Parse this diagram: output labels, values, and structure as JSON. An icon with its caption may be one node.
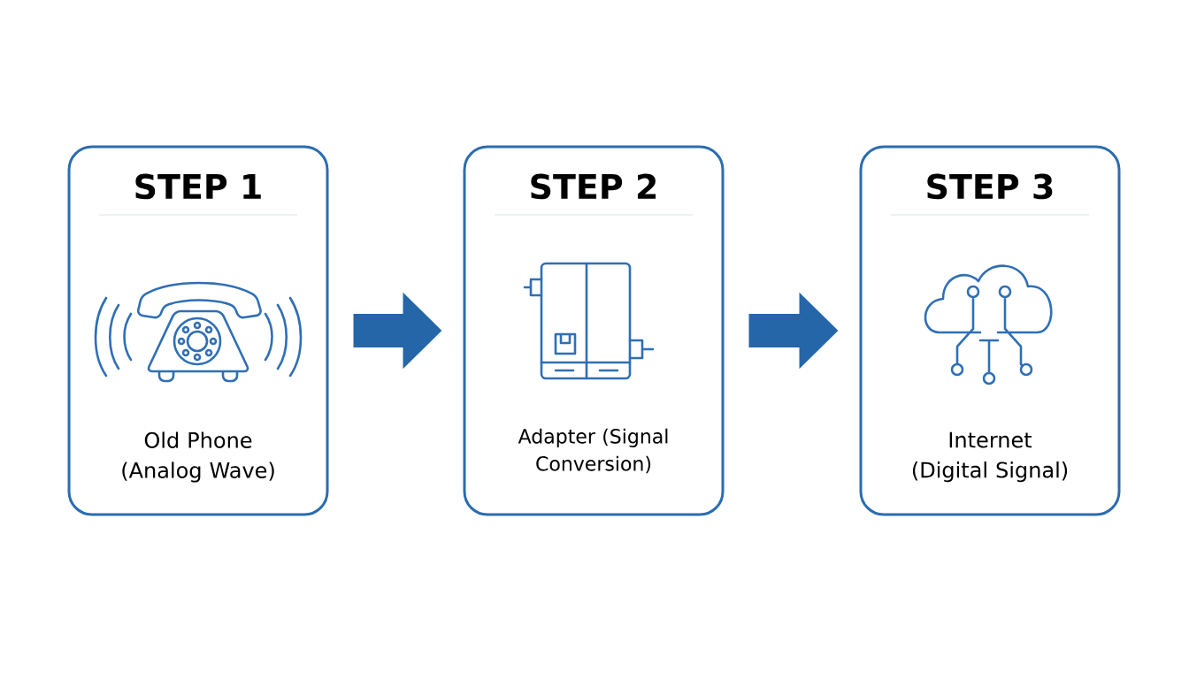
{
  "diagram": {
    "nodes": [
      {
        "text": [
          "STEP 1",
          "Old Phone (Analog Wave)"
        ]
      },
      {
        "text": [
          "STEP 2",
          "Adapter (Signal Conversion)"
        ]
      },
      {
        "text": [
          "STEP 3",
          "Internet (Digital Signal)"
        ]
      }
    ],
    "edges": [
      {
        "from": 0,
        "to": 1,
        "arrow": "to"
      },
      {
        "from": 1,
        "to": 2,
        "arrow": "to"
      }
    ]
  }
}
